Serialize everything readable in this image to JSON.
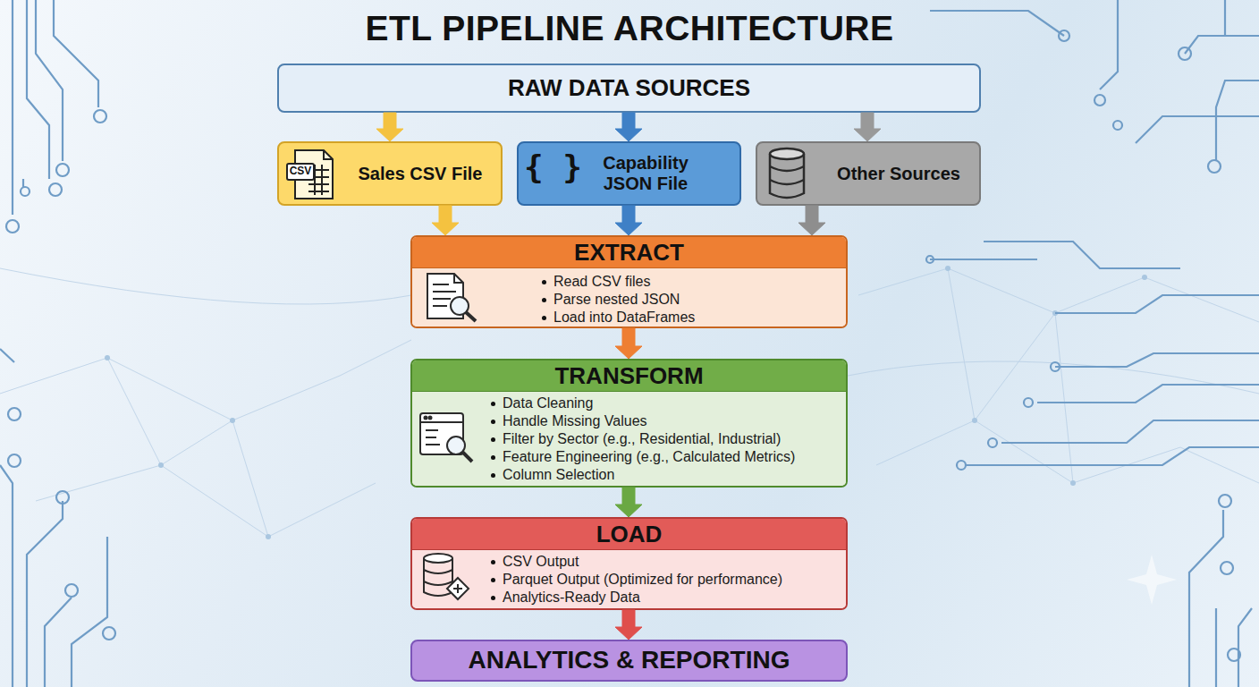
{
  "diagram": {
    "title": "ETL PIPELINE ARCHITECTURE",
    "nodes": [
      {
        "text": [
          "RAW DATA SOURCES"
        ]
      },
      {
        "text": [
          "Sales CSV File"
        ]
      },
      {
        "text": [
          "Capability JSON File"
        ]
      },
      {
        "text": [
          "Other Sources"
        ]
      },
      {
        "text": [
          "EXTRACT",
          "Read CSV files",
          "Parse nested JSON",
          "Load into DataFrames"
        ]
      },
      {
        "text": [
          "TRANSFORM",
          "Data Cleaning",
          "Handle Missing Values",
          "Filter by Sector (e.g., Residential, Industrial)",
          "Feature Engineering (e.g., Calculated Metrics)",
          "Column Selection"
        ]
      },
      {
        "text": [
          "LOAD",
          "CSV Output",
          "Parquet Output (Optimized for performance)",
          "Analytics-Ready Data"
        ]
      },
      {
        "text": [
          "ANALYTICS & REPORTING"
        ]
      }
    ],
    "edges": [
      {
        "from": 0,
        "to": 1,
        "arrow": "to"
      },
      {
        "from": 0,
        "to": 2,
        "arrow": "to"
      },
      {
        "from": 0,
        "to": 3,
        "arrow": "to"
      },
      {
        "from": 1,
        "to": 4,
        "arrow": "to"
      },
      {
        "from": 2,
        "to": 4,
        "arrow": "to"
      },
      {
        "from": 3,
        "to": 4,
        "arrow": "to"
      },
      {
        "from": 4,
        "to": 5,
        "arrow": "to"
      },
      {
        "from": 5,
        "to": 6,
        "arrow": "to"
      },
      {
        "from": 6,
        "to": 7,
        "arrow": "to"
      }
    ],
    "labels": [
      "CSV",
      "{ }"
    ]
  }
}
